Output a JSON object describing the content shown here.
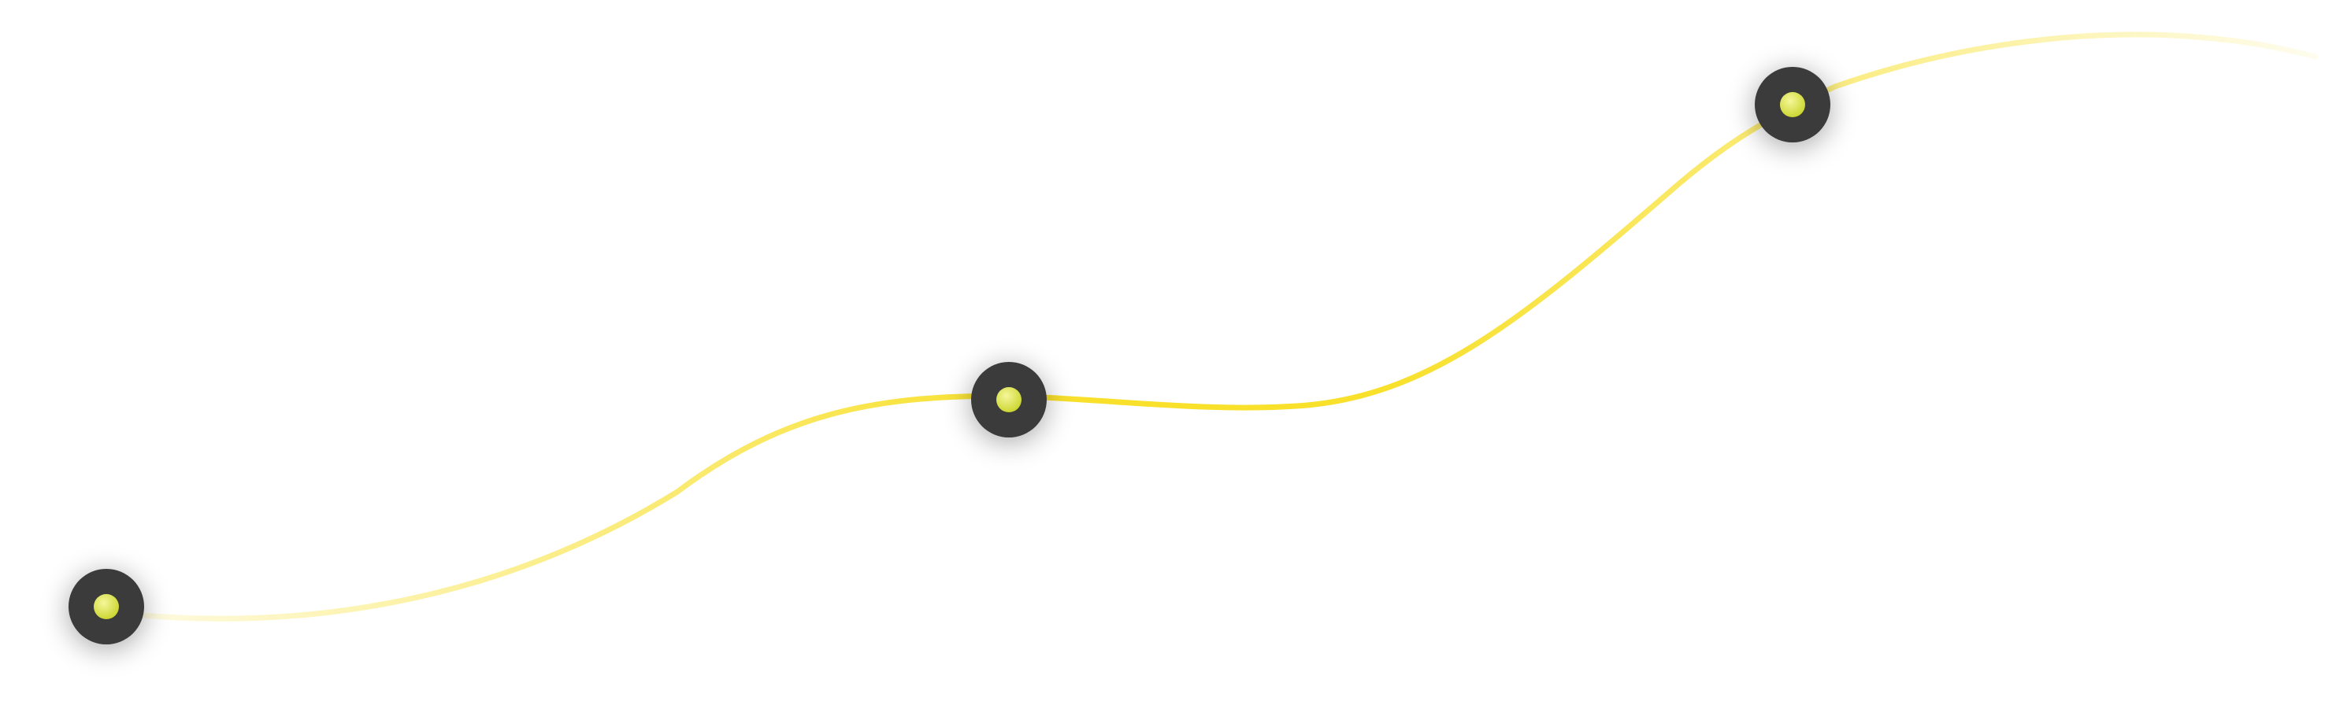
{
  "colors": {
    "background": "#ffffff",
    "path": "#f8e02b",
    "node_ring": "#3a3a3a",
    "node_core_light": "#f5f79a",
    "node_core_dark": "#c9d42a",
    "node_shadow": "#000000"
  },
  "nodes": [
    {
      "name": "node-start",
      "icon": "timeline-dot-icon"
    },
    {
      "name": "node-middle",
      "icon": "timeline-dot-icon"
    },
    {
      "name": "node-end",
      "icon": "timeline-dot-icon"
    }
  ]
}
